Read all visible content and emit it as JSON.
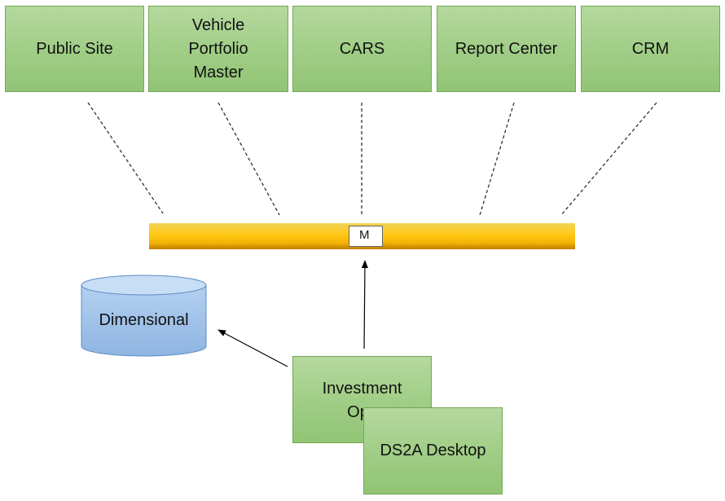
{
  "systems": [
    {
      "label": "Public Site"
    },
    {
      "label": "Vehicle\nPortfolio\nMaster"
    },
    {
      "label": "CARS"
    },
    {
      "label": "Report Center"
    },
    {
      "label": "CRM"
    }
  ],
  "bus": {
    "marker": "M"
  },
  "database": {
    "label": "Dimensional"
  },
  "investment_box": {
    "label": "Investment\nOps"
  },
  "desktop_box": {
    "label": "DS2A Desktop"
  },
  "colors": {
    "box_fill": "#9fcd85",
    "box_border": "#71a955",
    "bus_fill": "#ffc813",
    "db_fill": "#9fc1e8"
  }
}
